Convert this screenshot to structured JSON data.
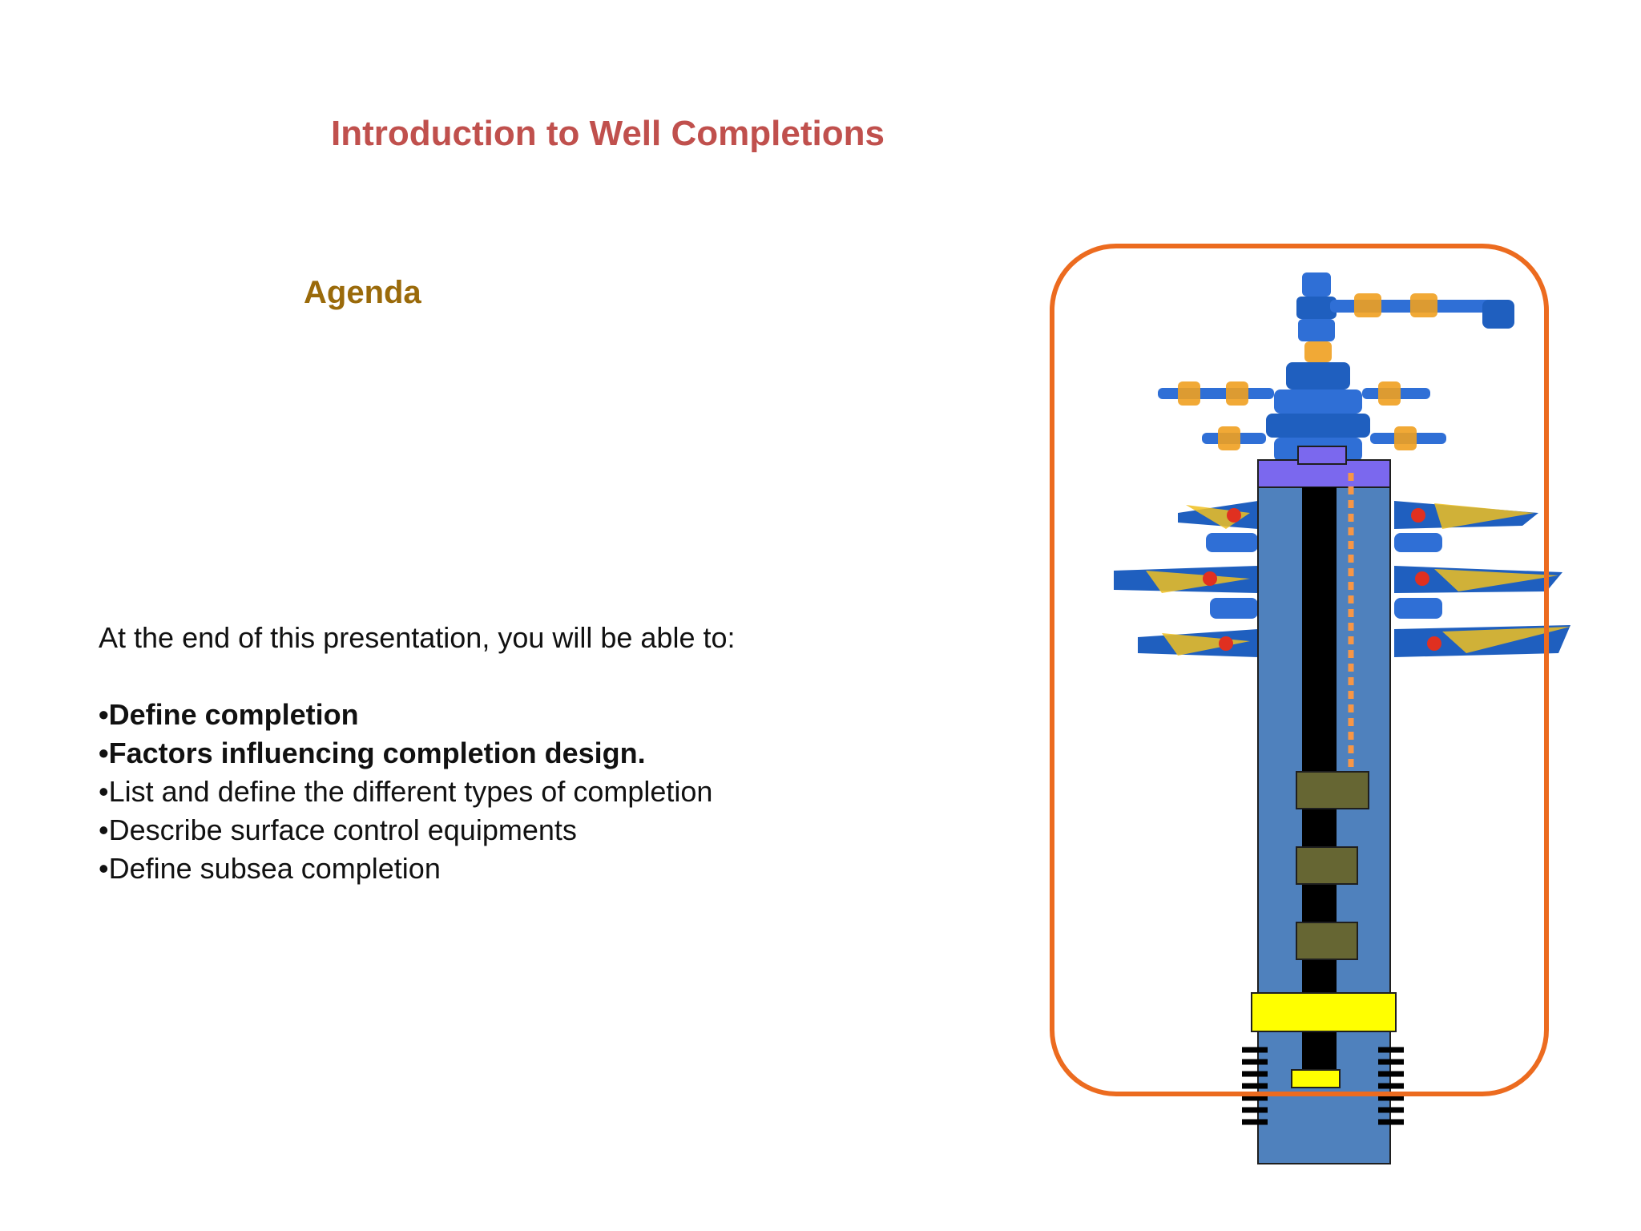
{
  "slide": {
    "title": "Introduction to Well Completions",
    "agenda_heading": "Agenda",
    "intro": "At the end of this presentation, you will be able to:",
    "bullets": [
      {
        "text": "•Define completion",
        "bold": true
      },
      {
        "text": "•Factors influencing completion design.",
        "bold": true
      },
      {
        "text": "•List and define the different types of completion",
        "bold": false
      },
      {
        "text": "•Describe surface control equipments",
        "bold": false
      },
      {
        "text": "•Define subsea completion",
        "bold": false
      }
    ]
  },
  "colors": {
    "title": "#c0504d",
    "agenda": "#9a6a0a",
    "highlight_frame": "#ec6b1f",
    "casing": "#4f81bd",
    "tubing": "#000000",
    "hanger": "#7b68ee",
    "packer": "#ffff00",
    "mandrel": "#666633",
    "control_line": "#f79646",
    "wellhead": "#1f5fbf"
  },
  "icons": [
    "christmas-tree-wellhead-image",
    "wellbore-schematic"
  ]
}
